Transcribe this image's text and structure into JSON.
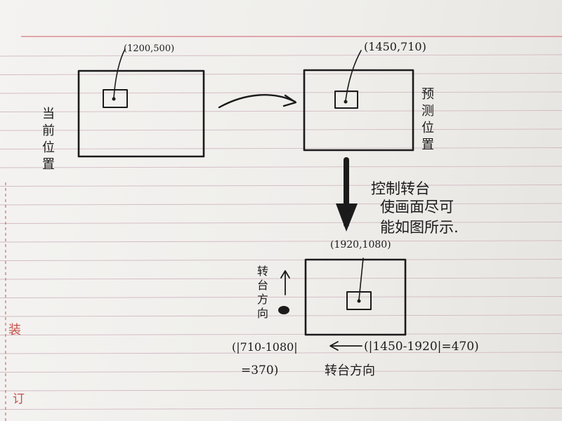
{
  "diagram": {
    "title": "",
    "current_label": "当前位置",
    "current_coord": "(1200,500)",
    "predicted_label": "预测位置",
    "predicted_coord": "(1450,710)",
    "control_note": [
      "控制转台",
      "使画面尽可",
      "能如图所示."
    ],
    "center_coord": "(1920,1080)",
    "vertical_dir_label": "转台方向",
    "vertical_formula_1": "(|710-1080|",
    "vertical_formula_2": "=370)",
    "horizontal_formula": "(|1450-1920|=470)",
    "horizontal_dir_label": "转台方向",
    "margin_char_1": "装",
    "margin_char_2": "订"
  },
  "colors": {
    "ink": "#1b1b1b",
    "rule": "#c9a9b6",
    "red_rule": "#d98e94",
    "margin_red": "#c8504a",
    "paper": "#f2f1ef"
  }
}
